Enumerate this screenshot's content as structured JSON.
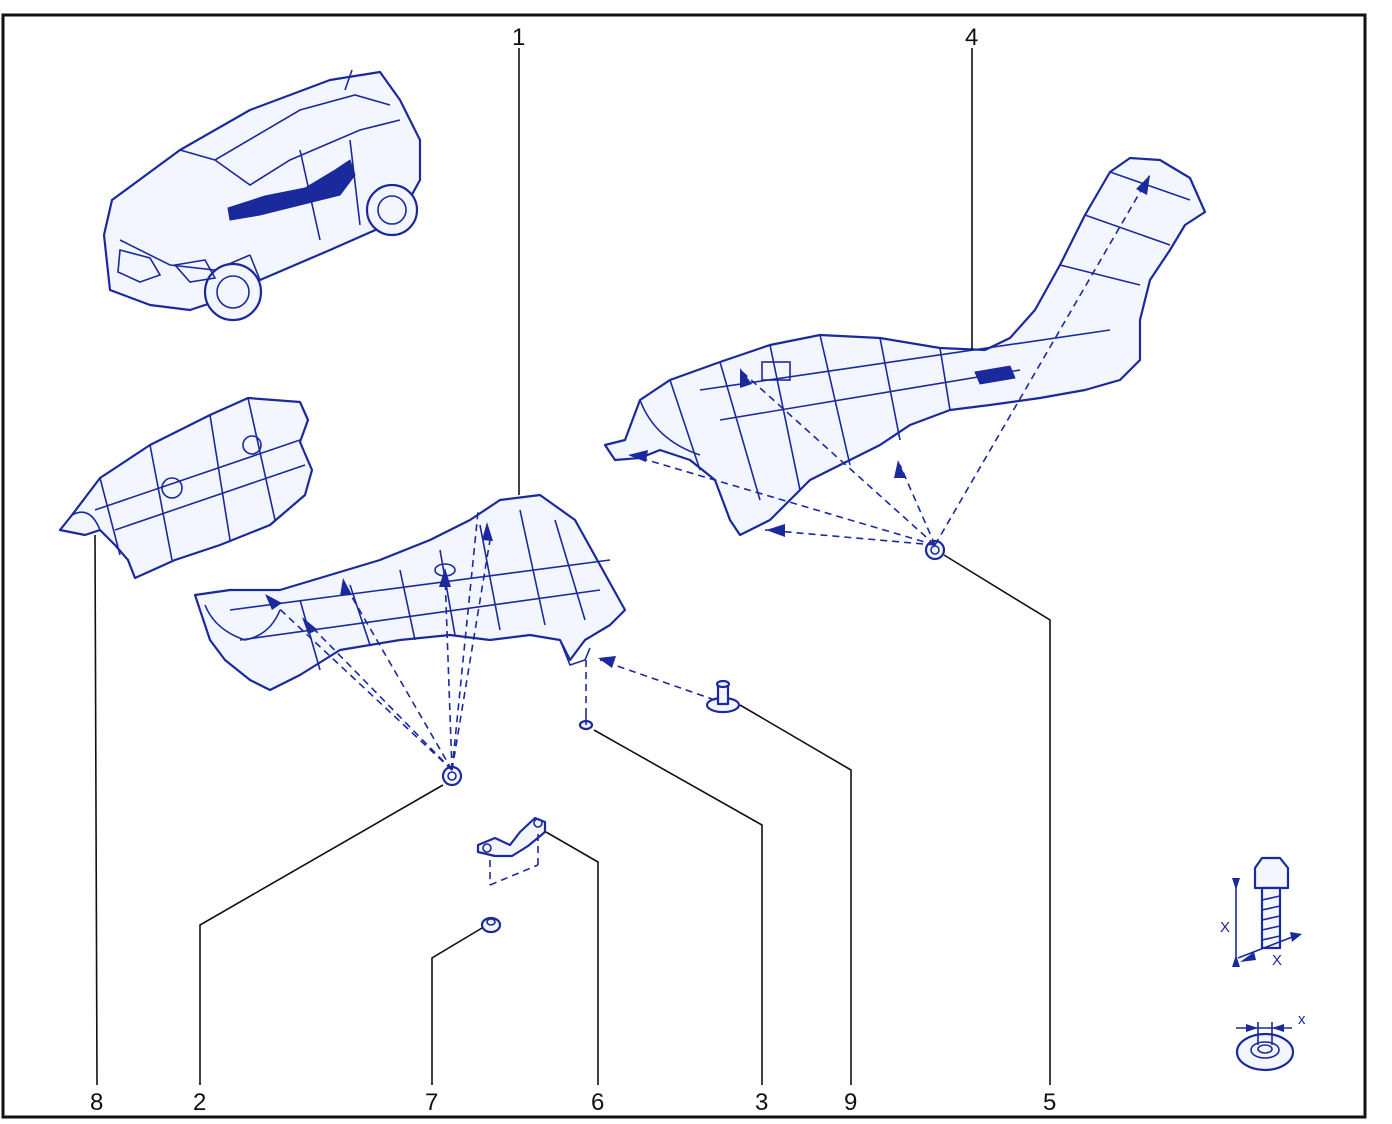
{
  "callouts": {
    "c1": "1",
    "c2": "2",
    "c3": "3",
    "c4": "4",
    "c5": "5",
    "c6": "6",
    "c7": "7",
    "c8": "8",
    "c9": "9"
  },
  "detail_legend": {
    "bolt_x_height": "X",
    "bolt_x_width": "X",
    "nut_x": "x"
  },
  "colors": {
    "drawing": "#1a2a9c",
    "frame": "#111111",
    "background": "#ffffff"
  }
}
